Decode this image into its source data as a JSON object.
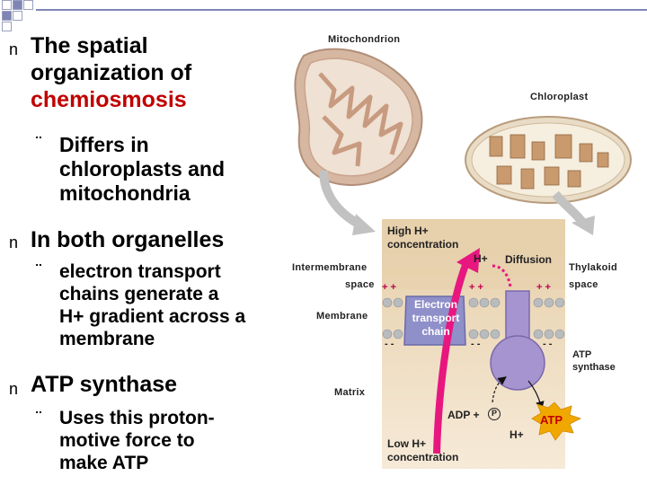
{
  "slide": {
    "bullets": [
      {
        "marker": "n",
        "lines": [
          "The spatial",
          "organization of"
        ],
        "highlight": "chemiosmosis",
        "sub": {
          "marker": "¨",
          "lines": [
            "Differs in",
            "chloroplasts and",
            "mitochondria"
          ]
        }
      },
      {
        "marker": "n",
        "text": "In both organelles",
        "sub": {
          "marker": "¨",
          "lines": [
            "electron transport",
            "chains generate a",
            "H+ gradient across a",
            "membrane"
          ]
        }
      },
      {
        "marker": "n",
        "text": "ATP synthase",
        "sub": {
          "marker": "¨",
          "lines": [
            "Uses this proton-",
            "motive force to",
            "make ATP"
          ]
        }
      }
    ]
  },
  "diagram": {
    "mitochondrion": "Mitochondrion",
    "chloroplast": "Chloroplast",
    "intermembrane": "Intermembrane",
    "space_left": "space",
    "membrane": "Membrane",
    "matrix": "Matrix",
    "thylakoid": "Thylakoid",
    "space_right": "space",
    "high_h": "High H+",
    "concentration_top": "concentration",
    "h_plus_top": "H+",
    "diffusion": "Diffusion",
    "etc_line1": "Electron",
    "etc_line2": "transport",
    "etc_line3": "chain",
    "atp_synthase_1": "ATP",
    "atp_synthase_2": "synthase",
    "adp": "ADP +",
    "pi": "P",
    "h_plus_bottom": "H+",
    "atp": "ATP",
    "low_h": "Low H+",
    "concentration_bottom": "concentration",
    "plus_signs": "+ +",
    "minus_signs": "- -",
    "colors": {
      "panel": "#f3e4cc",
      "panel_top": "#e7d0ad",
      "etc": "#8f8fc9",
      "synthase": "#9f8fcb",
      "arrow": "#e8177f",
      "atp_star": "#f0a800",
      "membrane_bead": "#b9bcbf"
    }
  }
}
